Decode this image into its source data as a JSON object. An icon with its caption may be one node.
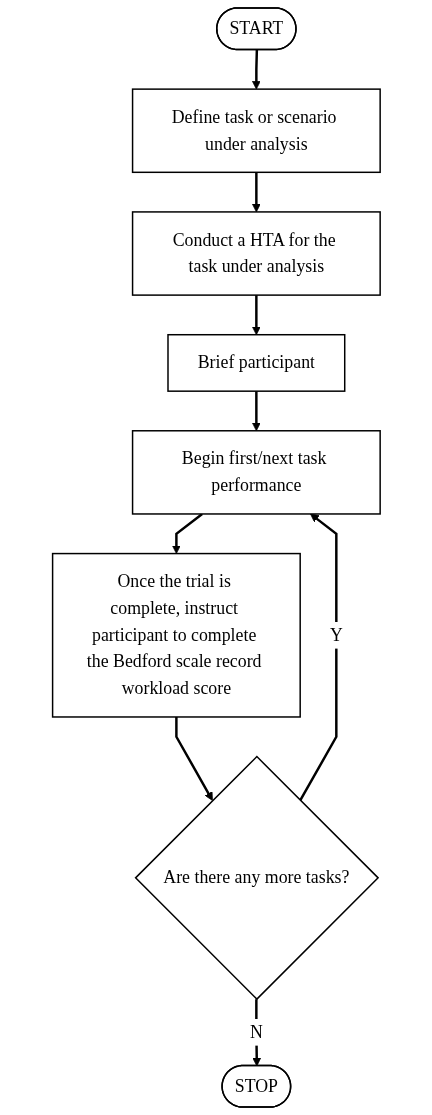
{
  "diagram": {
    "nodes": [
      {
        "text": [
          "START"
        ]
      },
      {
        "text": [
          "Define task or scenario under analysis"
        ]
      },
      {
        "text": [
          "Conduct a HTA for the task under analysis"
        ]
      },
      {
        "text": [
          "Brief participant"
        ]
      },
      {
        "text": [
          "Begin first/next task performance"
        ]
      },
      {
        "text": [
          "Once the trial is complete, instruct participant to complete the Bedford scale record workload score"
        ]
      },
      {
        "text": [
          "Are there any more tasks?"
        ]
      },
      {
        "text": [
          "STOP"
        ]
      }
    ],
    "edges": [
      {
        "from": 0,
        "to": 1,
        "arrow": "to"
      },
      {
        "from": 1,
        "to": 2,
        "arrow": "to"
      },
      {
        "from": 2,
        "to": 3,
        "arrow": "to"
      },
      {
        "from": 3,
        "to": 4,
        "arrow": "to"
      },
      {
        "from": 4,
        "to": 5,
        "arrow": "to"
      },
      {
        "from": 5,
        "to": 6,
        "arrow": "to"
      },
      {
        "from": 6,
        "to": 4,
        "arrow": "to",
        "label": "Y"
      },
      {
        "from": 6,
        "to": 7,
        "arrow": "to",
        "label": "N"
      }
    ]
  }
}
